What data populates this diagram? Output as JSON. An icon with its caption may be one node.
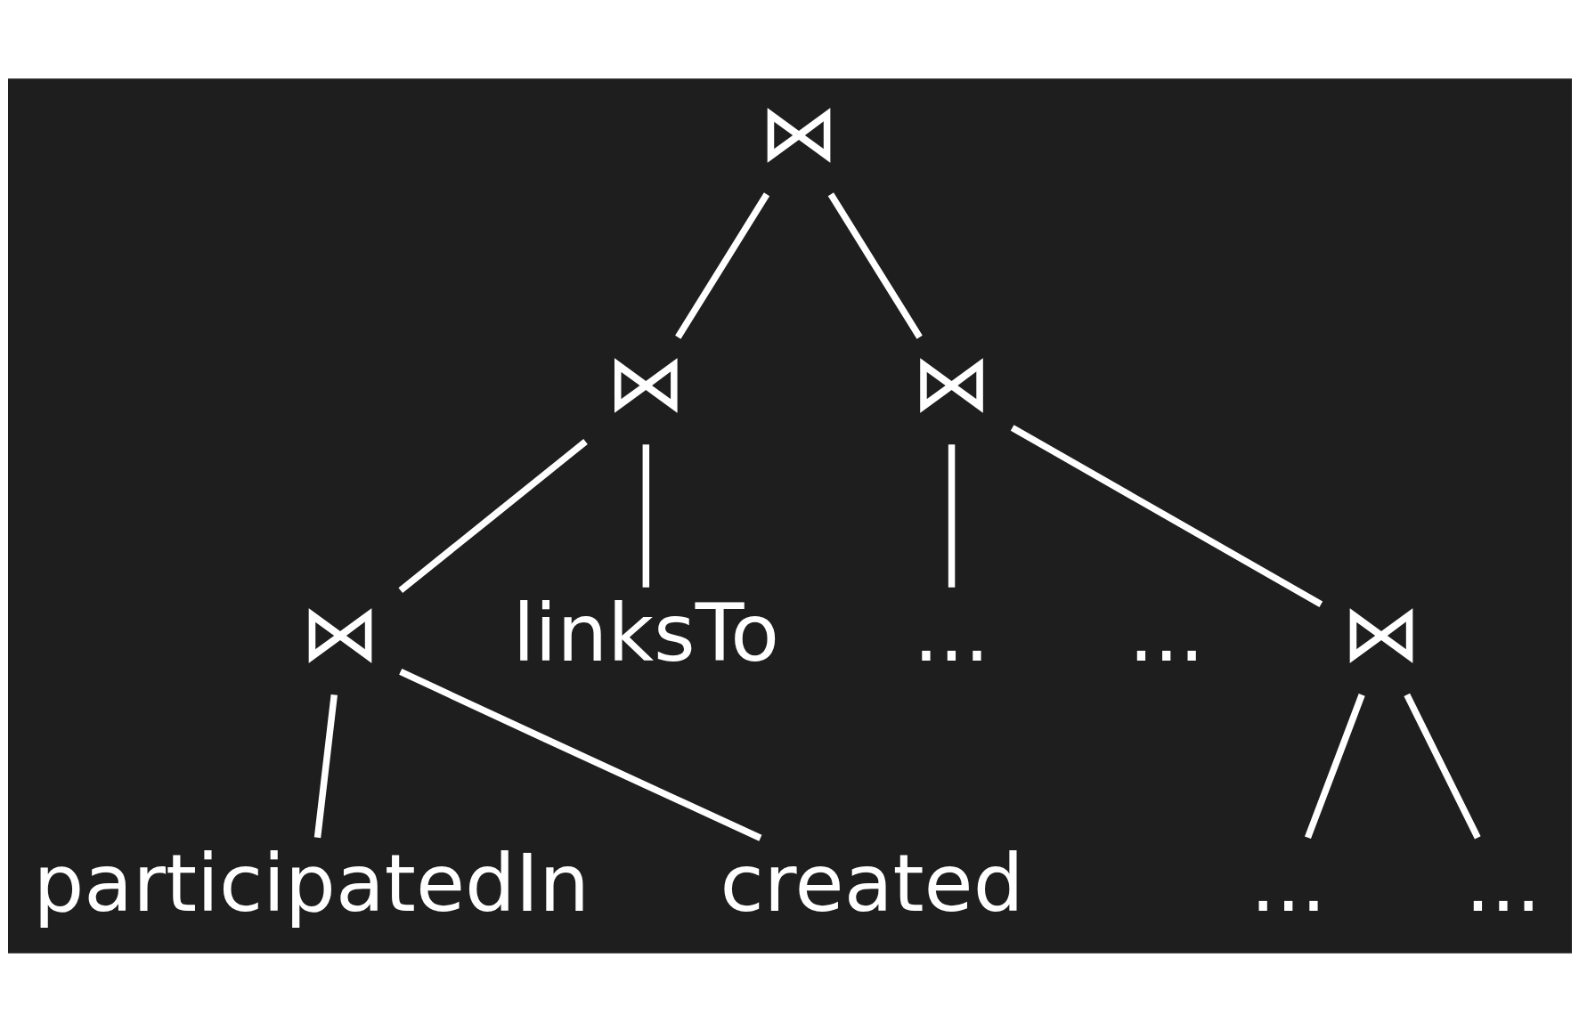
{
  "diagram": {
    "nodes": [
      {
        "text": [
          "⋈"
        ]
      },
      {
        "text": [
          "⋈"
        ]
      },
      {
        "text": [
          "⋈"
        ]
      },
      {
        "text": [
          "⋈"
        ]
      },
      {
        "text": [
          "linksTo"
        ]
      },
      {
        "text": [
          "⋈"
        ]
      },
      {
        "text": [
          "..."
        ]
      },
      {
        "text": [
          "participatedIn"
        ]
      },
      {
        "text": [
          "created"
        ]
      },
      {
        "text": [
          "..."
        ]
      },
      {
        "text": [
          "..."
        ]
      }
    ],
    "edges": [
      {
        "from": 0,
        "to": 1,
        "arrow": "none"
      },
      {
        "from": 0,
        "to": 2,
        "arrow": "none"
      },
      {
        "from": 1,
        "to": 3,
        "arrow": "none"
      },
      {
        "from": 1,
        "to": 4,
        "arrow": "none"
      },
      {
        "from": 2,
        "to": 5,
        "arrow": "none"
      },
      {
        "from": 2,
        "to": 6,
        "arrow": "none"
      },
      {
        "from": 3,
        "to": 7,
        "arrow": "none"
      },
      {
        "from": 3,
        "to": 8,
        "arrow": "none"
      },
      {
        "from": 5,
        "to": 9,
        "arrow": "none"
      },
      {
        "from": 5,
        "to": 10,
        "arrow": "none"
      }
    ],
    "labels": [
      "..."
    ]
  }
}
